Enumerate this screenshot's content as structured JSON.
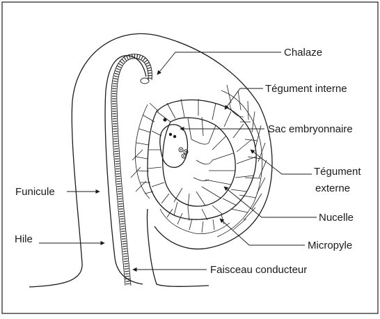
{
  "labels": {
    "chalaze": "Chalaze",
    "tegument_interne": "Tégument interne",
    "sac_embryonnaire": "Sac embryonnaire",
    "tegument_externe_1": "Tégument",
    "tegument_externe_2": "externe",
    "nucelle": "Nucelle",
    "micropyle": "Micropyle",
    "funicule": "Funicule",
    "hile": "Hile",
    "faisceau_conducteur": "Faisceau conducteur"
  }
}
